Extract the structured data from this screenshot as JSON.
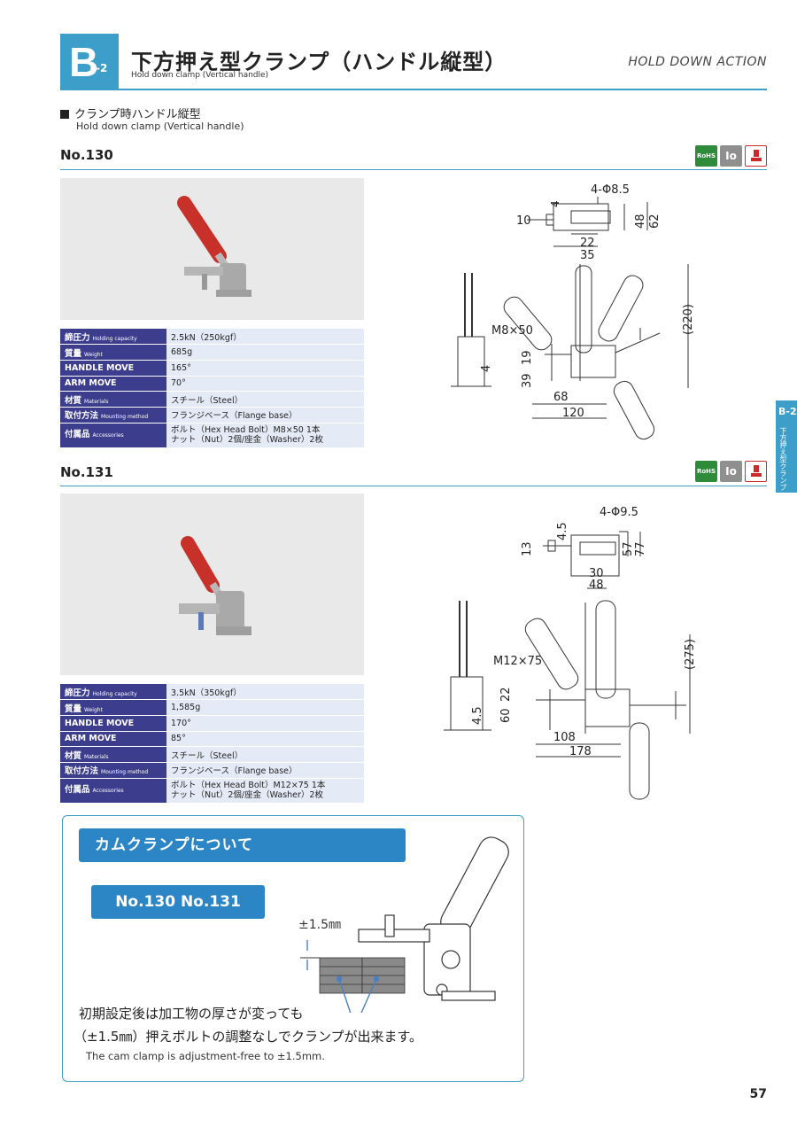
{
  "header": {
    "badge_letter": "B",
    "badge_suffix": "-2",
    "title": "下方押え型クランプ（ハンドル縦型）",
    "subtitle": "Hold down clamp (Vertical handle)",
    "right_label": "HOLD DOWN ACTION"
  },
  "section": {
    "title": "クランプ時ハンドル縦型",
    "subtitle": "Hold down clamp (Vertical handle)"
  },
  "certs": {
    "rohs": "RoHS",
    "io": "Io"
  },
  "models": [
    {
      "name": "No.130",
      "specs": [
        {
          "label": "締圧力",
          "label_en": "Holding capacity",
          "value": "2.5kN（250kgf）"
        },
        {
          "label": "質量",
          "label_en": "Weight",
          "value": "685g"
        },
        {
          "label": "HANDLE MOVE",
          "label_en": "",
          "value": "165°"
        },
        {
          "label": "ARM MOVE",
          "label_en": "",
          "value": "70°"
        },
        {
          "label": "材質",
          "label_en": "Materials",
          "value": "スチール（Steel）"
        },
        {
          "label": "取付方法",
          "label_en": "Mounting method",
          "value": "フランジベース（Flange base）"
        },
        {
          "label": "付属品",
          "label_en": "Accessories",
          "value": "ボルト（Hex Head Bolt）M8×50 1本",
          "value2": "ナット（Nut）2個/座金（Washer）2枚"
        }
      ],
      "dims": {
        "holes": "4-Φ8.5",
        "d10": "10",
        "d4a": "4",
        "d48": "48",
        "d62": "62",
        "d22": "22",
        "d35": "35",
        "bolt": "M8×50",
        "d220": "(220)",
        "d39": "39",
        "d19": "19",
        "d4b": "4",
        "d68": "68",
        "d120": "120"
      }
    },
    {
      "name": "No.131",
      "specs": [
        {
          "label": "締圧力",
          "label_en": "Holding capacity",
          "value": "3.5kN（350kgf）"
        },
        {
          "label": "質量",
          "label_en": "Weight",
          "value": "1,585g"
        },
        {
          "label": "HANDLE MOVE",
          "label_en": "",
          "value": "170°"
        },
        {
          "label": "ARM MOVE",
          "label_en": "",
          "value": "85°"
        },
        {
          "label": "材質",
          "label_en": "Materials",
          "value": "スチール（Steel）"
        },
        {
          "label": "取付方法",
          "label_en": "Mounting method",
          "value": "フランジベース（Flange base）"
        },
        {
          "label": "付属品",
          "label_en": "Accessories",
          "value": "ボルト（Hex Head Bolt）M12×75 1本",
          "value2": "ナット（Nut）2個/座金（Washer）2枚"
        }
      ],
      "dims": {
        "holes": "4-Φ9.5",
        "d13": "13",
        "d45a": "4.5",
        "d57": "57",
        "d77": "77",
        "d30": "30",
        "d48": "48",
        "bolt": "M12×75",
        "d275": "(275)",
        "d60": "60",
        "d22": "22",
        "d45b": "4.5",
        "d108": "108",
        "d178": "178"
      }
    }
  ],
  "side_tab": {
    "code": "B-2",
    "text": "下方押え型クランプ"
  },
  "cam": {
    "title": "カムクランプについて",
    "models": "No.130 No.131",
    "tolerance": "±1.5㎜",
    "jp_line1": "初期設定後は加工物の厚さが変っても",
    "jp_line2": "（±1.5㎜）押えボルトの調整なしでクランプが出来ます。",
    "en_line": "The cam clamp is adjustment-free to ±1.5mm."
  },
  "page_number": "57",
  "colors": {
    "accent": "#3c9ec9",
    "table_header": "#3d3d8d",
    "table_cell": "#e5ebf6",
    "handle_red": "#c8302a"
  }
}
